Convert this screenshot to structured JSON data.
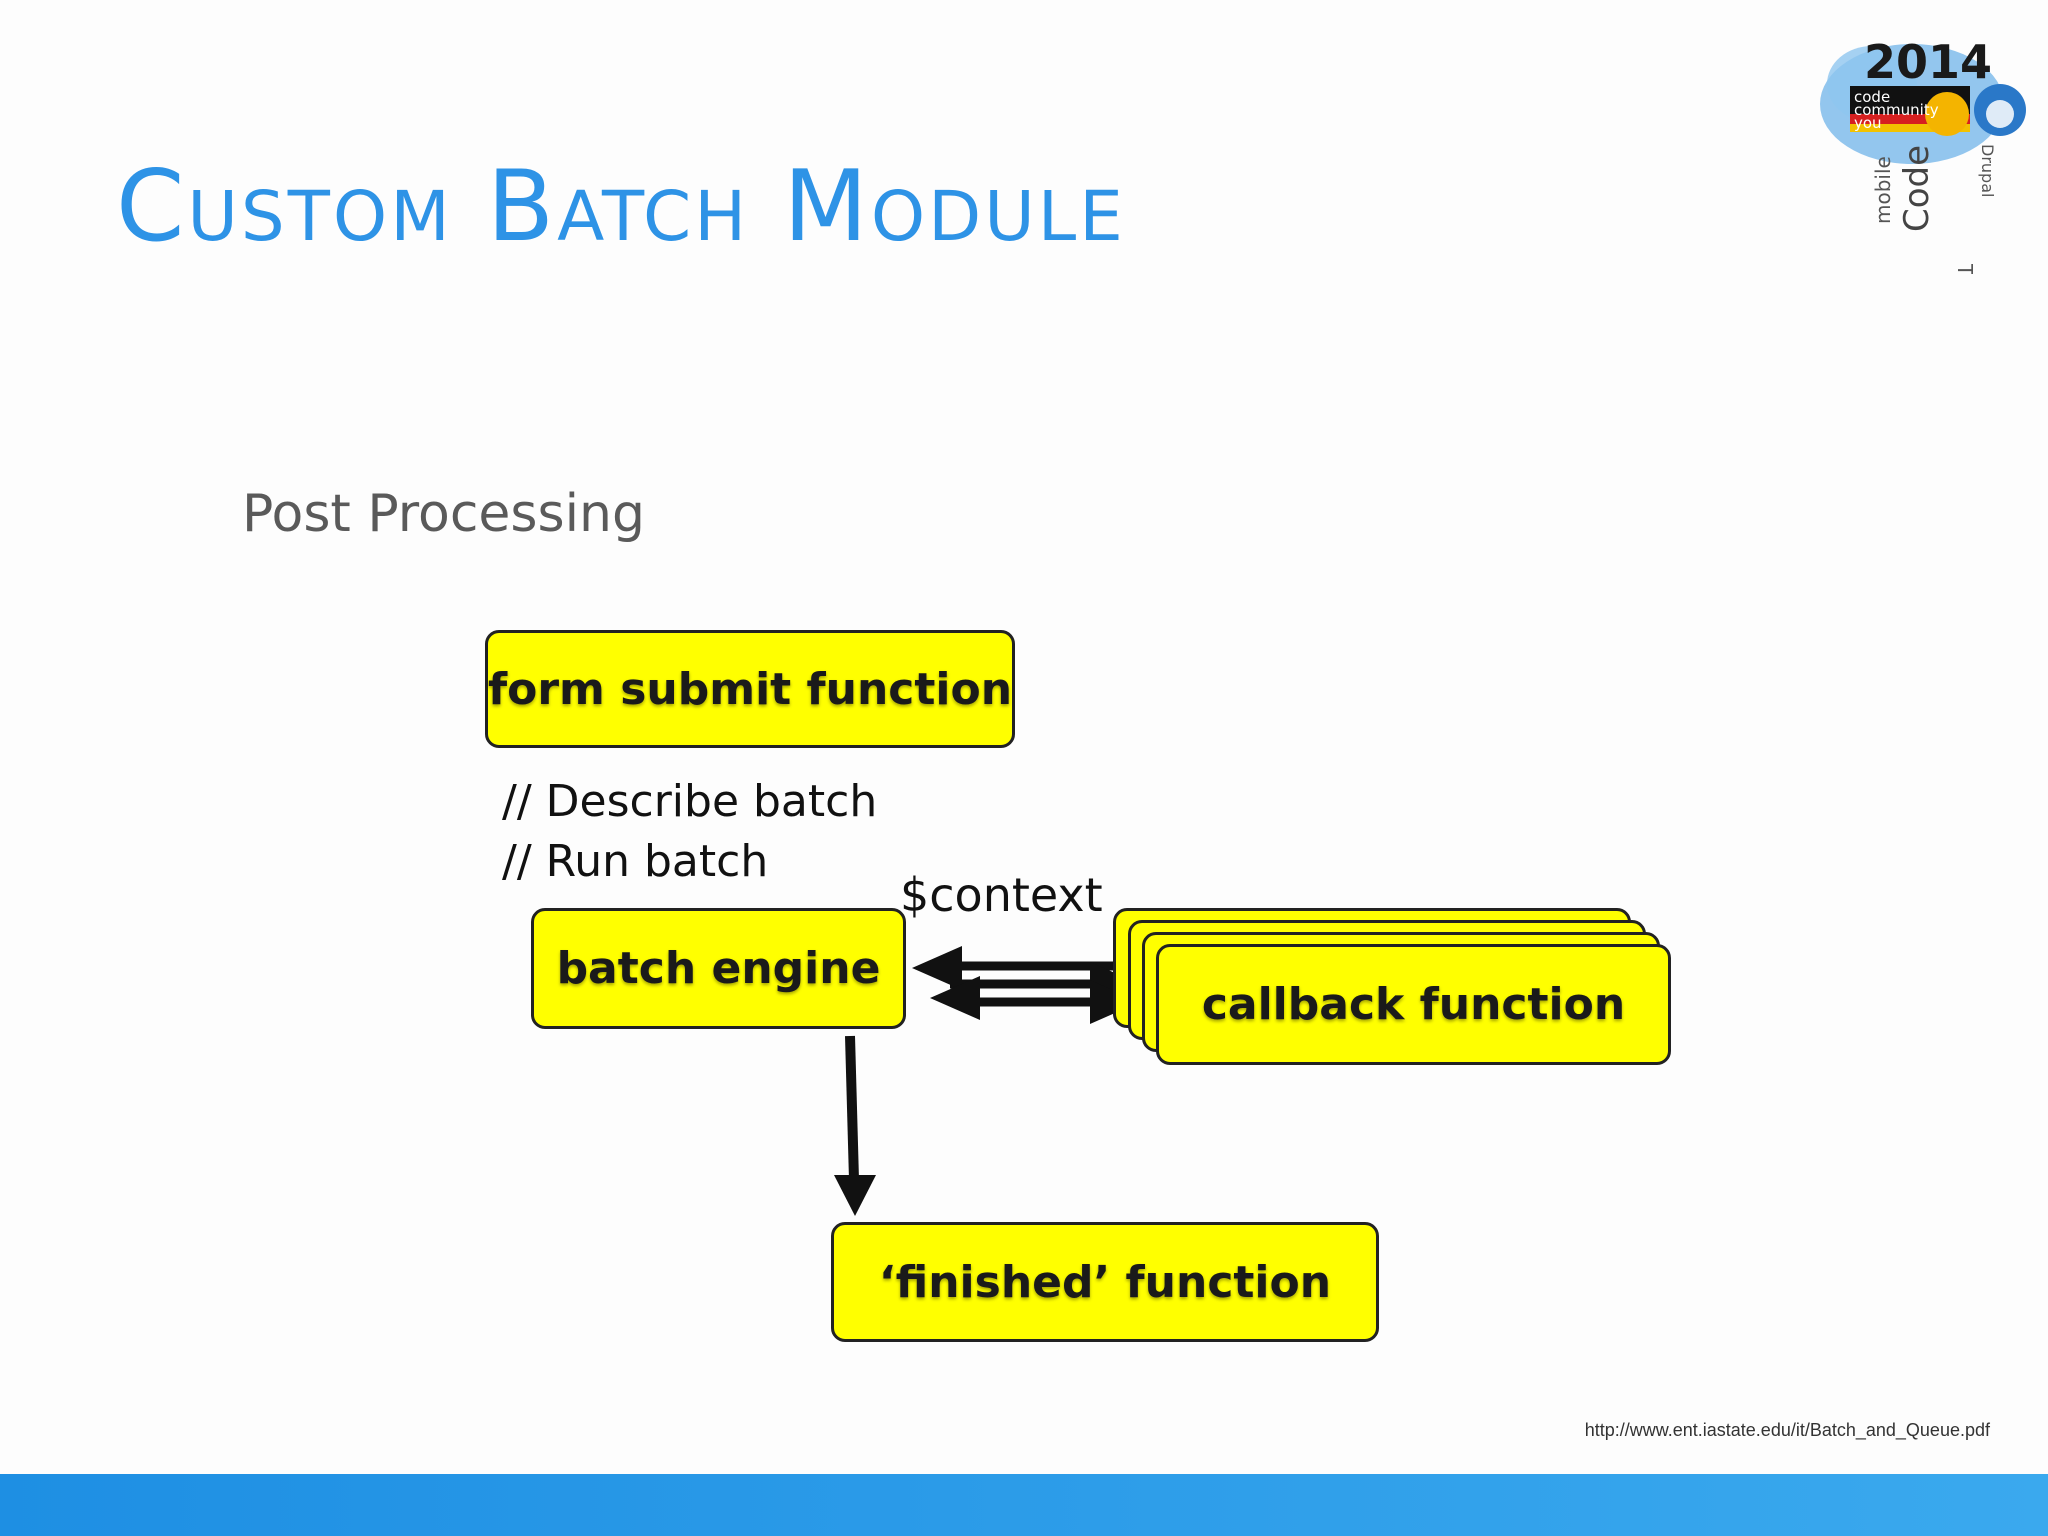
{
  "slide": {
    "title": "Custom Batch Module",
    "subtitle": "Post Processing",
    "source_url": "http://www.ent.iastate.edu/it/Batch_and_Queue.pdf"
  },
  "logo": {
    "year": "2014",
    "line1": "code",
    "line2": "community",
    "line3": "you",
    "cloud_words": [
      "mobile",
      "Code",
      "Technology",
      "Drupal"
    ]
  },
  "diagram": {
    "form_submit": "form submit function",
    "note_describe": "// Describe batch",
    "note_run": "// Run batch",
    "batch_engine": "batch engine",
    "context_label": "$context",
    "callback": "callback function",
    "finished": "‘finished’ function"
  },
  "colors": {
    "title": "#2e93e6",
    "box_fill": "#ffff00",
    "footer": "#1e8fe3"
  }
}
